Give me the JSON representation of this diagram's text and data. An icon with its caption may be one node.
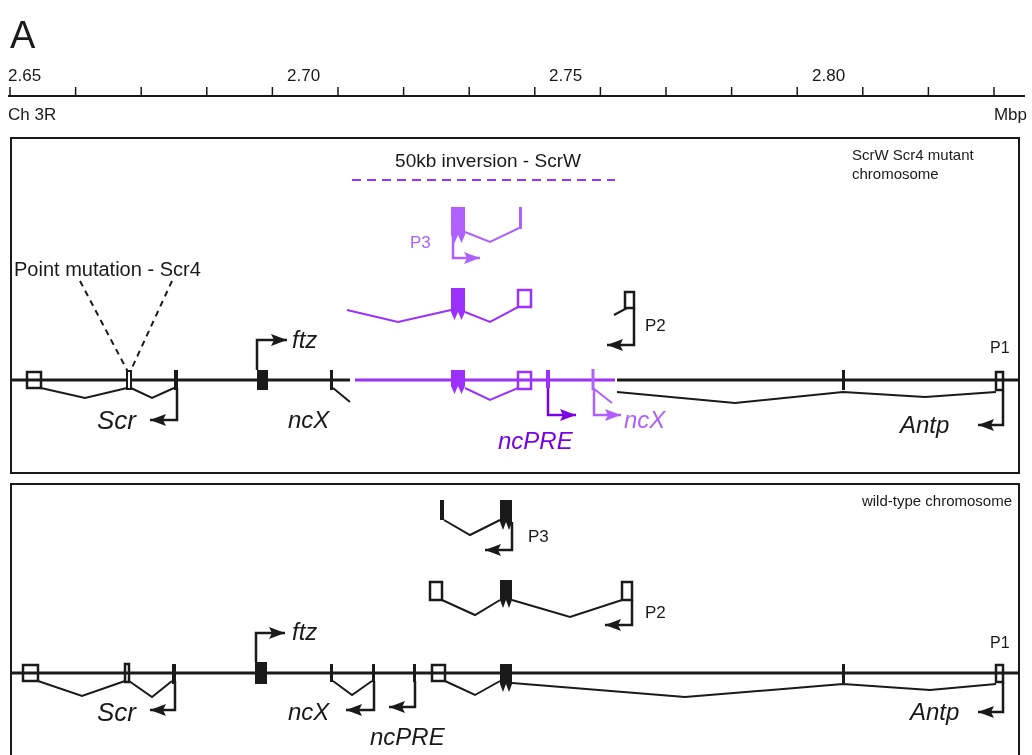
{
  "diagram": {
    "nodes": [
      {
        "text": [
          "ScrW Scr4 mutant chromosome"
        ]
      },
      {
        "text": [
          "wild-type chromosome"
        ]
      },
      {
        "text": [
          "Point mutation - Scr4"
        ],
        "in": 0
      },
      {
        "text": [],
        "shape": "box",
        "in": 0
      }
    ],
    "edges": [
      {
        "from": 2,
        "to": 3,
        "arrow": "none",
        "style": "dashed"
      },
      {
        "from": 2,
        "to": 3,
        "arrow": "none",
        "style": "dashed"
      }
    ],
    "labels": [
      "A",
      "2.65",
      "2.70",
      "2.75",
      "2.80",
      "Ch 3R",
      "Mbp",
      "50kb inversion - ScrW",
      "P3",
      "P2",
      "P1",
      "ftz",
      "Scr",
      "ncX",
      "ncX",
      "Antp",
      "ncPRE",
      "P3",
      "P2",
      "ftz",
      "P1",
      "Scr",
      "ncX",
      "Antp",
      "ncPRE"
    ]
  }
}
